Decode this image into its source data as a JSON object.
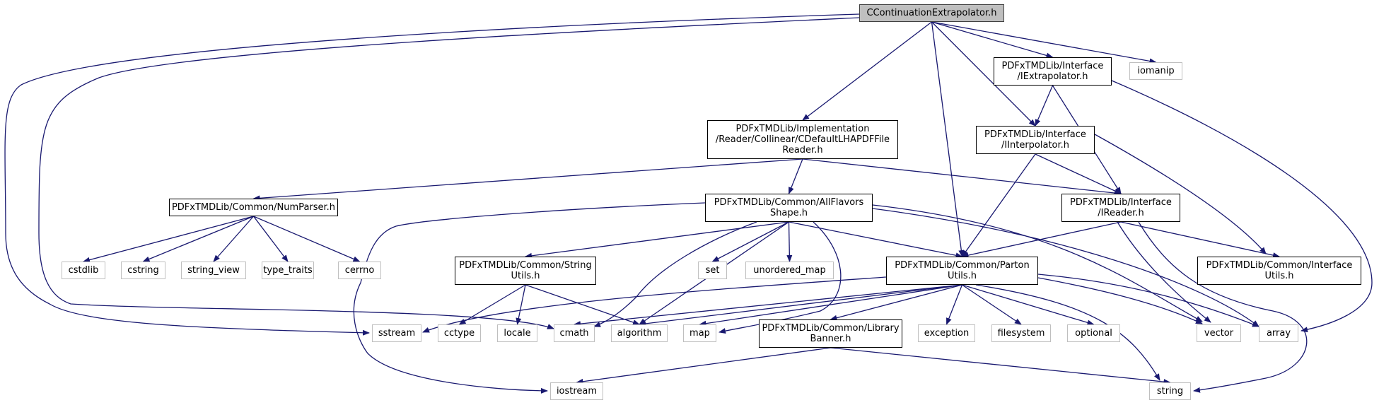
{
  "title": "CContinuationExtrapolator.h",
  "colors": {
    "edge": "#191970",
    "root_fill": "#bfbfbf",
    "system_border": "#bfbfbf",
    "node_border": "#000000"
  },
  "nodes": [
    {
      "id": "root",
      "label": "CContinuationExtrapolator.h",
      "kind": "root"
    },
    {
      "id": "iextrapolator",
      "label": "PDFxTMDLib/Interface\n/IExtrapolator.h",
      "kind": "normal"
    },
    {
      "id": "iomanip",
      "label": "iomanip",
      "kind": "system"
    },
    {
      "id": "cdefault",
      "label": "PDFxTMDLib/Implementation\n/Reader/Collinear/CDefaultLHAPDFFile\nReader.h",
      "kind": "normal"
    },
    {
      "id": "iinterpolator",
      "label": "PDFxTMDLib/Interface\n/IInterpolator.h",
      "kind": "normal"
    },
    {
      "id": "numparser",
      "label": "PDFxTMDLib/Common/NumParser.h",
      "kind": "normal"
    },
    {
      "id": "allflavors",
      "label": "PDFxTMDLib/Common/AllFlavors\nShape.h",
      "kind": "normal"
    },
    {
      "id": "ireader",
      "label": "PDFxTMDLib/Interface\n/IReader.h",
      "kind": "normal"
    },
    {
      "id": "cstdlib",
      "label": "cstdlib",
      "kind": "system"
    },
    {
      "id": "cstring",
      "label": "cstring",
      "kind": "system"
    },
    {
      "id": "string_view",
      "label": "string_view",
      "kind": "system"
    },
    {
      "id": "type_traits",
      "label": "type_traits",
      "kind": "system"
    },
    {
      "id": "cerrno",
      "label": "cerrno",
      "kind": "system"
    },
    {
      "id": "stringutils",
      "label": "PDFxTMDLib/Common/String\nUtils.h",
      "kind": "normal"
    },
    {
      "id": "set",
      "label": "set",
      "kind": "system"
    },
    {
      "id": "unordered_map",
      "label": "unordered_map",
      "kind": "system"
    },
    {
      "id": "partonutils",
      "label": "PDFxTMDLib/Common/Parton\nUtils.h",
      "kind": "normal"
    },
    {
      "id": "interfaceutils",
      "label": "PDFxTMDLib/Common/Interface\nUtils.h",
      "kind": "normal"
    },
    {
      "id": "sstream",
      "label": "sstream",
      "kind": "system"
    },
    {
      "id": "cctype",
      "label": "cctype",
      "kind": "system"
    },
    {
      "id": "locale",
      "label": "locale",
      "kind": "system"
    },
    {
      "id": "cmath",
      "label": "cmath",
      "kind": "system"
    },
    {
      "id": "algorithm",
      "label": "algorithm",
      "kind": "system"
    },
    {
      "id": "map",
      "label": "map",
      "kind": "system"
    },
    {
      "id": "librarybanner",
      "label": "PDFxTMDLib/Common/Library\nBanner.h",
      "kind": "normal"
    },
    {
      "id": "exception",
      "label": "exception",
      "kind": "system"
    },
    {
      "id": "filesystem",
      "label": "filesystem",
      "kind": "system"
    },
    {
      "id": "optional",
      "label": "optional",
      "kind": "system"
    },
    {
      "id": "vector",
      "label": "vector",
      "kind": "system"
    },
    {
      "id": "array",
      "label": "array",
      "kind": "system"
    },
    {
      "id": "iostream",
      "label": "iostream",
      "kind": "system"
    },
    {
      "id": "string",
      "label": "string",
      "kind": "system"
    }
  ],
  "edges": [
    {
      "from": "root",
      "to": "sstream"
    },
    {
      "from": "root",
      "to": "cmath"
    },
    {
      "from": "root",
      "to": "cdefault"
    },
    {
      "from": "root",
      "to": "partonutils"
    },
    {
      "from": "root",
      "to": "iinterpolator"
    },
    {
      "from": "root",
      "to": "iextrapolator"
    },
    {
      "from": "root",
      "to": "iomanip"
    },
    {
      "from": "iextrapolator",
      "to": "iinterpolator"
    },
    {
      "from": "iextrapolator",
      "to": "ireader"
    },
    {
      "from": "iextrapolator",
      "to": "array"
    },
    {
      "from": "cdefault",
      "to": "numparser"
    },
    {
      "from": "cdefault",
      "to": "allflavors"
    },
    {
      "from": "cdefault",
      "to": "ireader"
    },
    {
      "from": "iinterpolator",
      "to": "ireader"
    },
    {
      "from": "iinterpolator",
      "to": "partonutils"
    },
    {
      "from": "iinterpolator",
      "to": "interfaceutils"
    },
    {
      "from": "numparser",
      "to": "cstdlib"
    },
    {
      "from": "numparser",
      "to": "cstring"
    },
    {
      "from": "numparser",
      "to": "string_view"
    },
    {
      "from": "numparser",
      "to": "type_traits"
    },
    {
      "from": "numparser",
      "to": "cerrno"
    },
    {
      "from": "allflavors",
      "to": "iostream"
    },
    {
      "from": "allflavors",
      "to": "stringutils"
    },
    {
      "from": "allflavors",
      "to": "cmath"
    },
    {
      "from": "allflavors",
      "to": "algorithm"
    },
    {
      "from": "allflavors",
      "to": "set"
    },
    {
      "from": "allflavors",
      "to": "unordered_map"
    },
    {
      "from": "allflavors",
      "to": "map"
    },
    {
      "from": "allflavors",
      "to": "partonutils"
    },
    {
      "from": "allflavors",
      "to": "vector"
    },
    {
      "from": "allflavors",
      "to": "array"
    },
    {
      "from": "ireader",
      "to": "partonutils"
    },
    {
      "from": "ireader",
      "to": "interfaceutils"
    },
    {
      "from": "ireader",
      "to": "vector"
    },
    {
      "from": "ireader",
      "to": "string"
    },
    {
      "from": "stringutils",
      "to": "cctype"
    },
    {
      "from": "stringutils",
      "to": "locale"
    },
    {
      "from": "stringutils",
      "to": "algorithm"
    },
    {
      "from": "partonutils",
      "to": "sstream"
    },
    {
      "from": "partonutils",
      "to": "cmath"
    },
    {
      "from": "partonutils",
      "to": "algorithm"
    },
    {
      "from": "partonutils",
      "to": "map"
    },
    {
      "from": "partonutils",
      "to": "librarybanner"
    },
    {
      "from": "partonutils",
      "to": "exception"
    },
    {
      "from": "partonutils",
      "to": "filesystem"
    },
    {
      "from": "partonutils",
      "to": "optional"
    },
    {
      "from": "partonutils",
      "to": "string"
    },
    {
      "from": "partonutils",
      "to": "vector"
    },
    {
      "from": "partonutils",
      "to": "array"
    },
    {
      "from": "librarybanner",
      "to": "iostream"
    },
    {
      "from": "librarybanner",
      "to": "string"
    }
  ]
}
